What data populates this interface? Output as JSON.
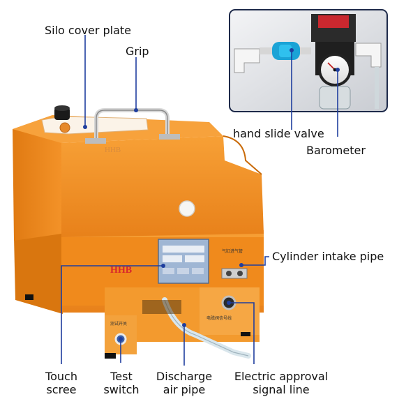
{
  "labels": {
    "silo_cover_plate": "Silo cover plate",
    "grip": "Grip",
    "hand_slide_valve": "hand slide valve",
    "barometer": "Barometer",
    "cylinder_intake_pipe": "Cylinder intake pipe",
    "touch_screen_line1": "Touch",
    "touch_screen_line2": "scree",
    "test_switch_line1": "Test",
    "test_switch_line2": "switch",
    "discharge_line1": "Discharge",
    "discharge_line2": "air pipe",
    "electric_line1": "Electric approval",
    "electric_line2": "signal line"
  },
  "device": {
    "brand": "HHB",
    "panel_text_cyl": "气缸进气管",
    "panel_text_switch": "测试开关",
    "panel_text_signal": "电磁阀信号线"
  },
  "colors": {
    "body_orange": "#F08A1C",
    "body_shadow": "#D06F0C",
    "leader_blue": "#1F3E9E",
    "inset_border": "#1E2A4A",
    "brand_red": "#D8262C"
  }
}
